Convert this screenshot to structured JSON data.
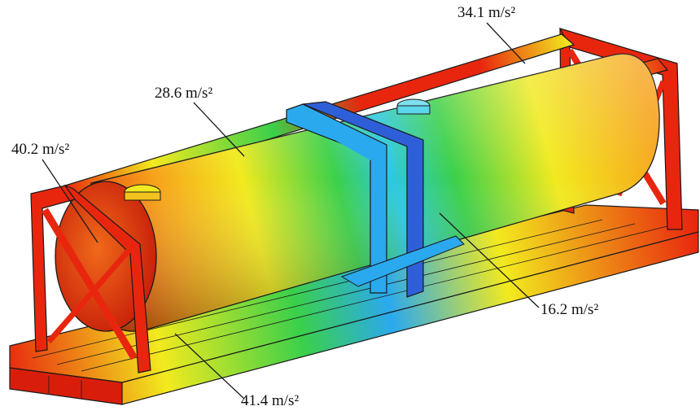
{
  "annotations": [
    {
      "id": "top-right",
      "text": "34.1 m/s²"
    },
    {
      "id": "upper-middle",
      "text": "28.6 m/s²"
    },
    {
      "id": "left-head",
      "text": "40.2 m/s²"
    },
    {
      "id": "saddle-support",
      "text": "16.2 m/s²"
    },
    {
      "id": "bottom-frame",
      "text": "41.4 m/s²"
    }
  ],
  "colors": {
    "high": "#e8260e",
    "mid_high": "#f6a21a",
    "mid": "#f2ea1e",
    "mid_low": "#3bd04a",
    "low": "#2aa9ee",
    "lowest": "#2f5fd8",
    "outline": "#1a1a1a"
  }
}
